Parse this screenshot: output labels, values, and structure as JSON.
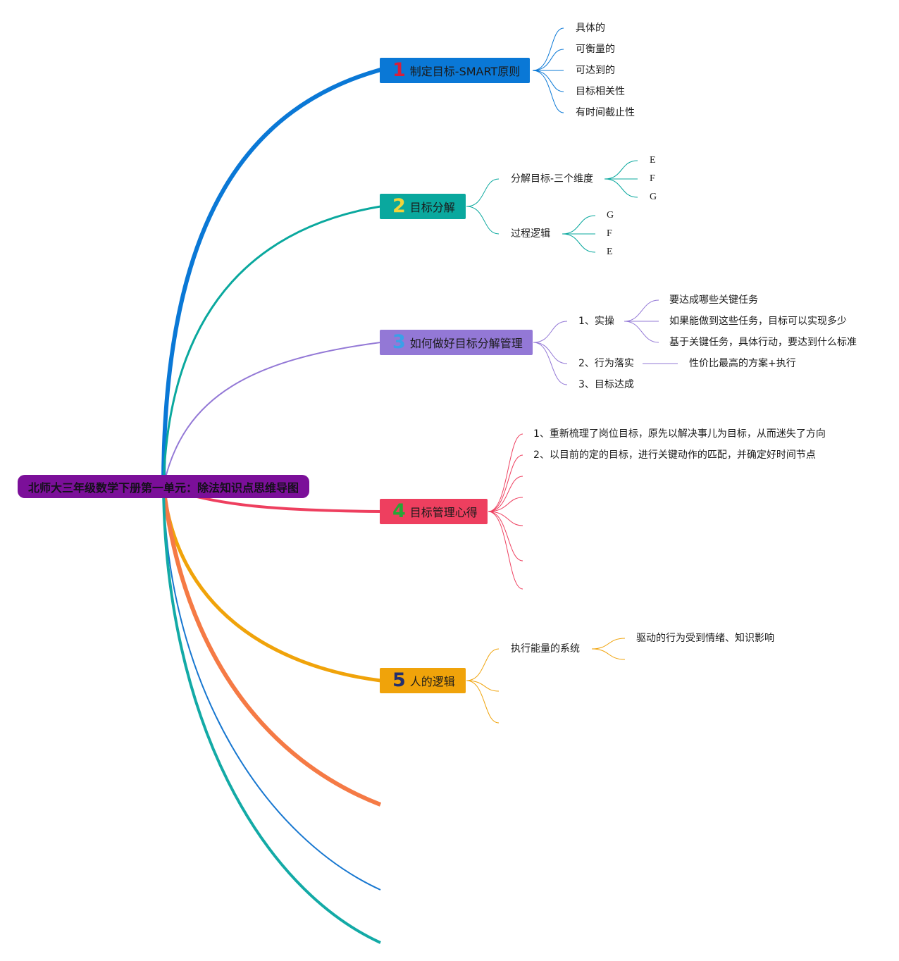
{
  "root": {
    "title": "北师大三年级数学下册第一单元：除法知识点思维导图"
  },
  "colors": {
    "root": "#7b0f99",
    "branch1": "#0a78d6",
    "branch2": "#0aa89e",
    "branch3": "#9378d6",
    "branch4": "#ee3f5f",
    "branch5": "#f0a30a",
    "branch6": "#f57a45",
    "branch7": "#1777d0",
    "branch8": "#13aaa6"
  },
  "branches": [
    {
      "num": "1",
      "num_color": "#d61f3c",
      "label": "制定目标-SMART原则",
      "children": [
        "具体的",
        "可衡量的",
        "可达到的",
        "目标相关性",
        "有时间截止性"
      ]
    },
    {
      "num": "2",
      "num_color": "#f2d43a",
      "label": "目标分解",
      "children": [
        {
          "label": "分解目标-三个维度",
          "children": [
            "E",
            "F",
            "G"
          ]
        },
        {
          "label": "过程逻辑",
          "children": [
            "G",
            "F",
            "E"
          ]
        }
      ]
    },
    {
      "num": "3",
      "num_color": "#3aa0e8",
      "label": "如何做好目标分解管理",
      "children": [
        {
          "label": "1、实操",
          "children": [
            "要达成哪些关键任务",
            "如果能做到这些任务，目标可以实现多少",
            "基于关键任务，具体行动，要达到什么标准"
          ]
        },
        {
          "label": "2、行为落实",
          "children": [
            "性价比最高的方案+执行"
          ]
        },
        {
          "label": "3、目标达成",
          "children": []
        }
      ]
    },
    {
      "num": "4",
      "num_color": "#27a636",
      "label": "目标管理心得",
      "children": [
        "1、重新梳理了岗位目标，原先以解决事儿为目标，从而迷失了方向",
        "2、以目前的定的目标，进行关键动作的匹配，并确定好时间节点",
        "",
        "",
        "",
        "",
        ""
      ]
    },
    {
      "num": "5",
      "num_color": "#23306e",
      "label": "人的逻辑",
      "children": [
        {
          "label": "执行能量的系统",
          "children": [
            "驱动的行为受到情绪、知识影响",
            ""
          ]
        },
        {
          "label": "",
          "children": []
        },
        {
          "label": "",
          "children": []
        }
      ]
    }
  ]
}
